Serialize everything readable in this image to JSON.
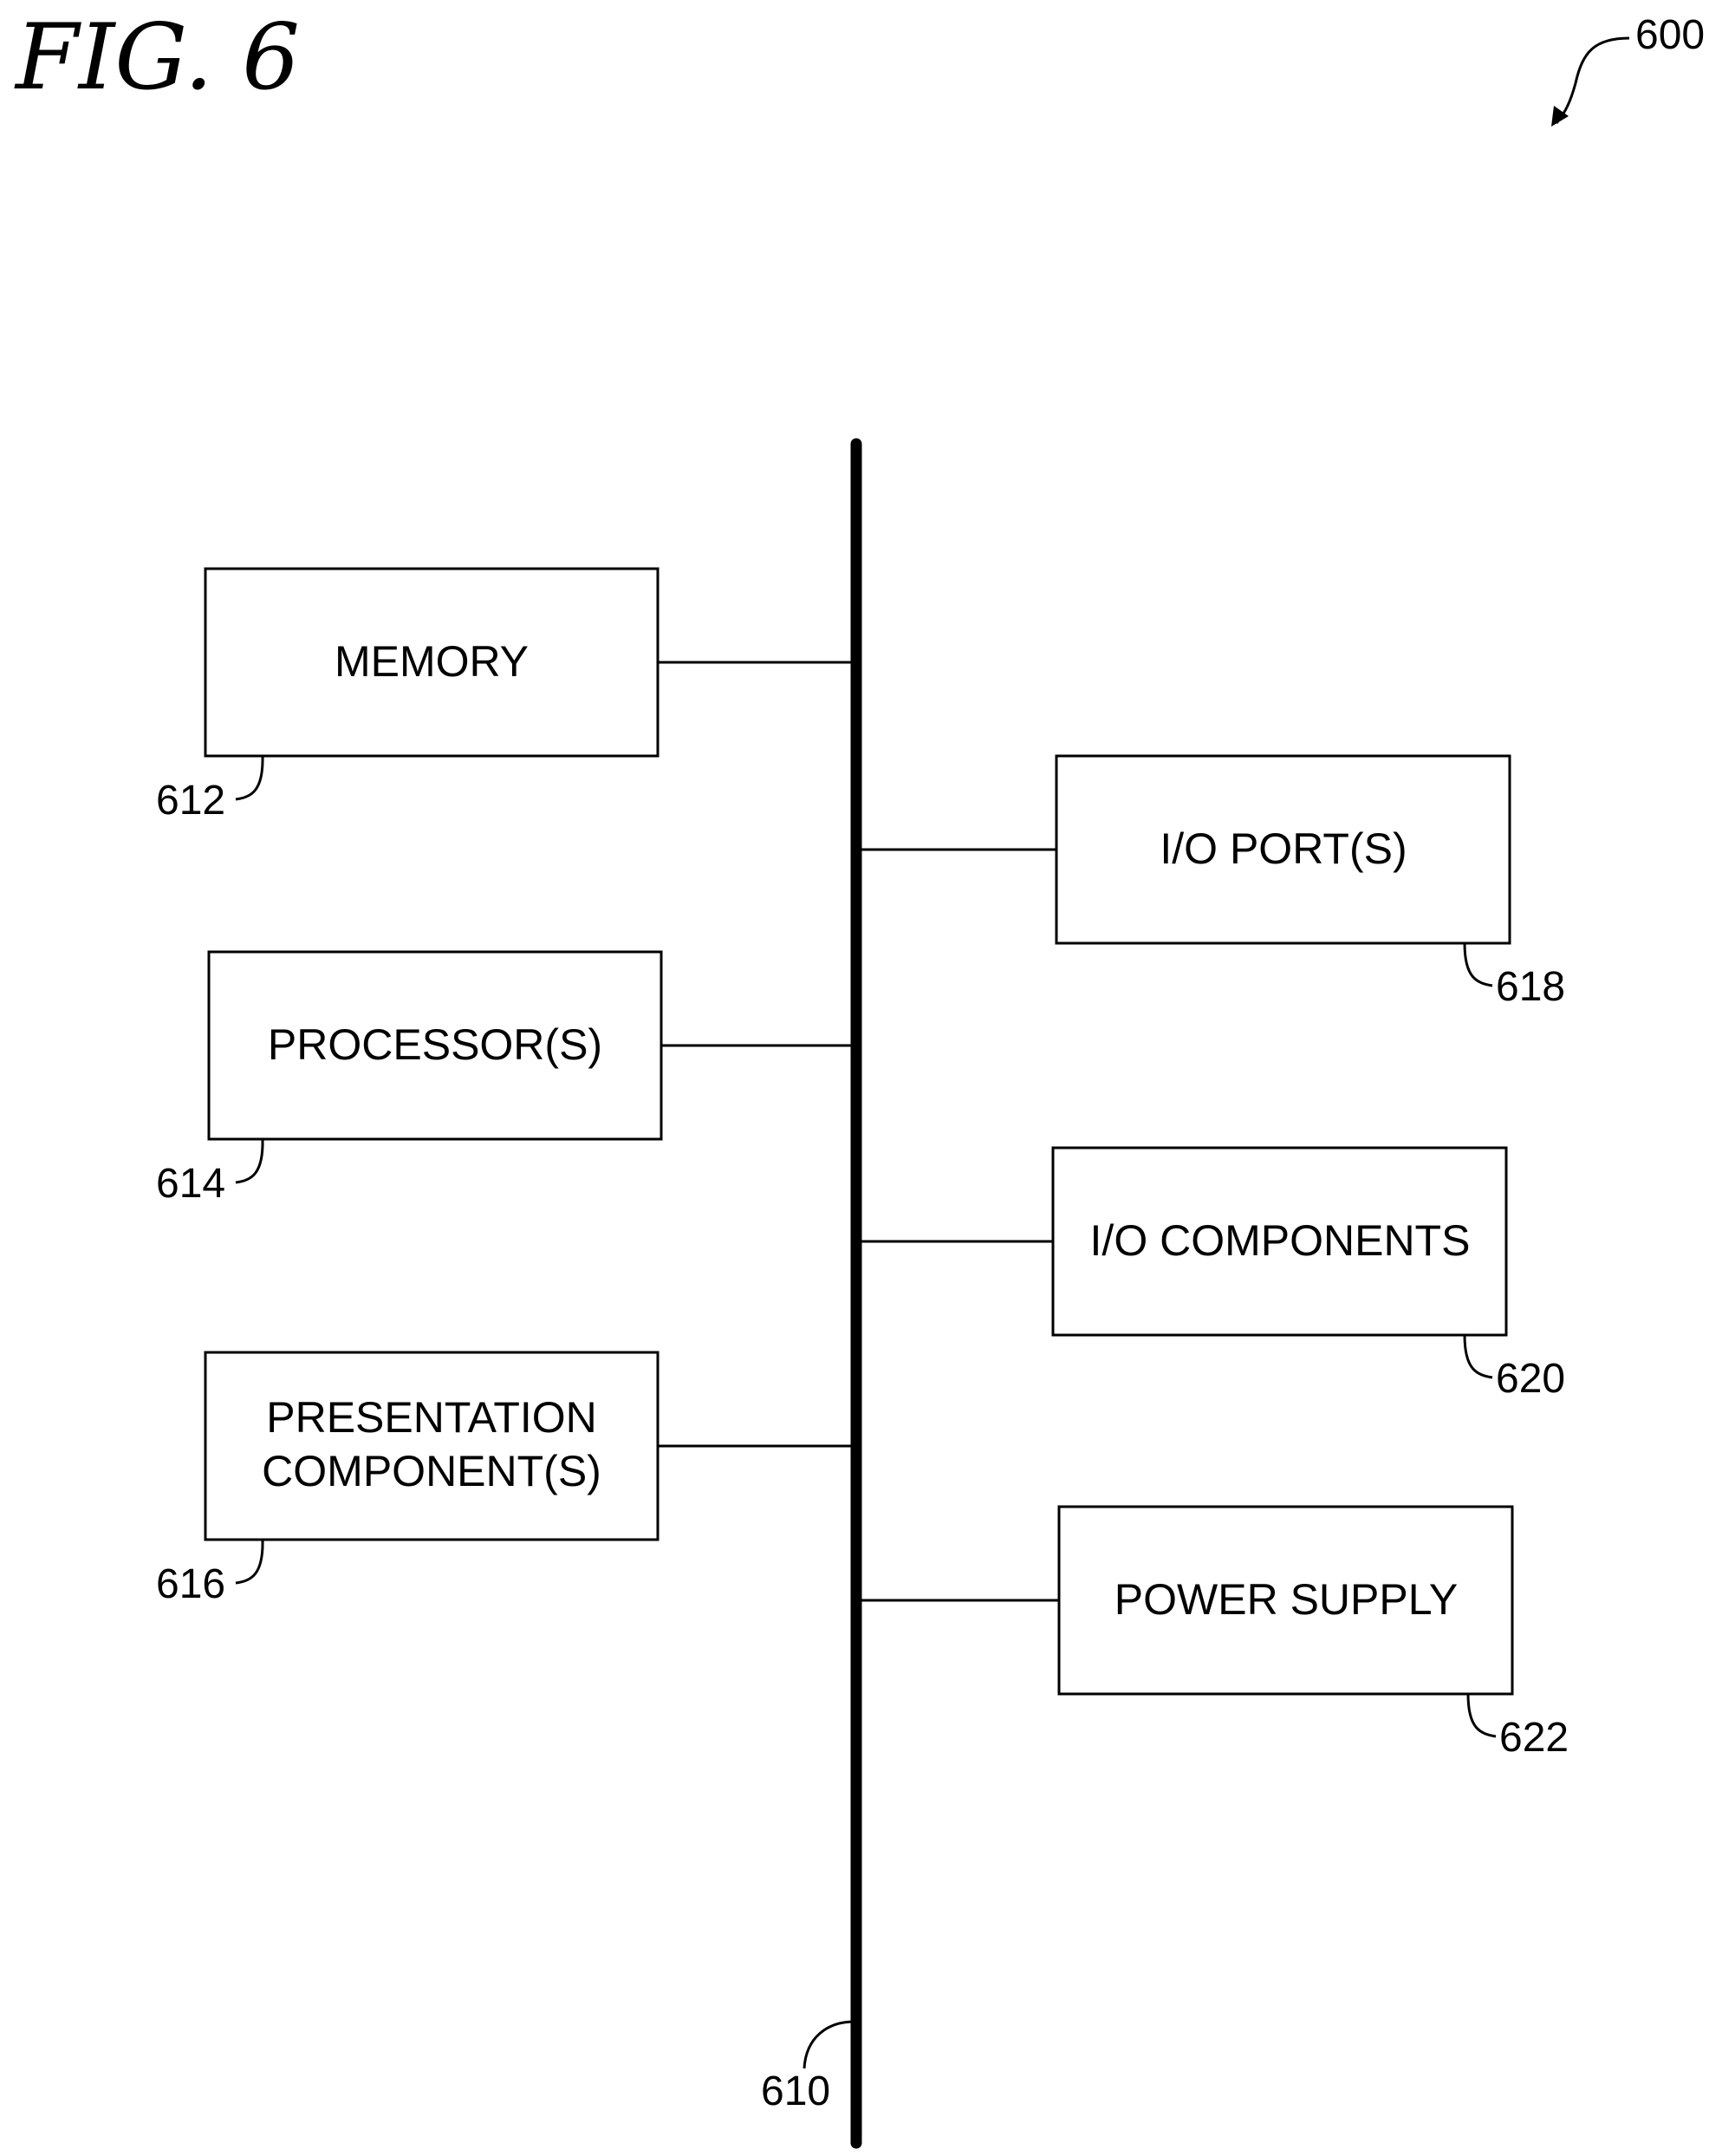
{
  "figure": {
    "title": "FIG. 6",
    "ref": "600"
  },
  "bus": {
    "ref": "610"
  },
  "components": {
    "memory": {
      "label_lines": [
        "MEMORY"
      ],
      "ref": "612"
    },
    "processor": {
      "label_lines": [
        "PROCESSOR(S)"
      ],
      "ref": "614"
    },
    "presentation": {
      "label_lines": [
        "PRESENTATION",
        "COMPONENT(S)"
      ],
      "ref": "616"
    },
    "io_ports": {
      "label_lines": [
        "I/O PORT(S)"
      ],
      "ref": "618"
    },
    "io_components": {
      "label_lines": [
        "I/O COMPONENTS"
      ],
      "ref": "620"
    },
    "power_supply": {
      "label_lines": [
        "POWER SUPPLY"
      ],
      "ref": "622"
    }
  }
}
